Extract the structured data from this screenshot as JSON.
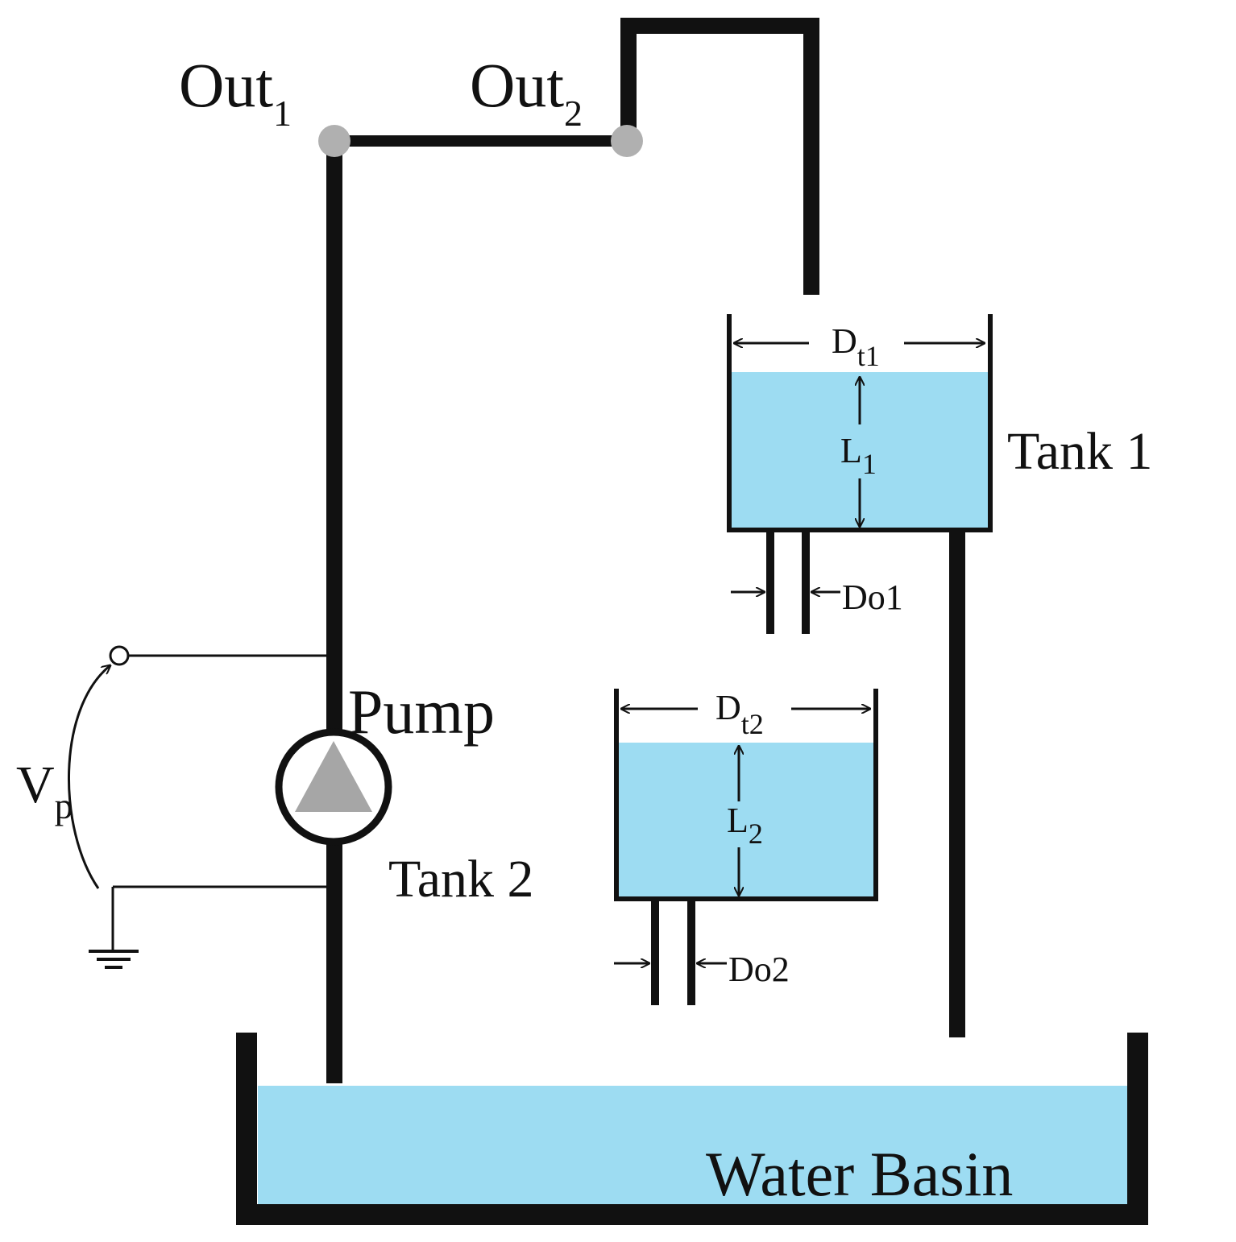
{
  "labels": {
    "out1_main": "Out",
    "out1_sub": "1",
    "out2_main": "Out",
    "out2_sub": "2",
    "tank1": "Tank 1",
    "tank2": "Tank 2",
    "pump": "Pump",
    "water_basin": "Water Basin",
    "vp_main": "V",
    "vp_sub": "p",
    "dt1_main": "D",
    "dt1_sub": "t1",
    "dt2_main": "D",
    "dt2_sub": "t2",
    "l1_main": "L",
    "l1_sub": "1",
    "l2_main": "L",
    "l2_sub": "2",
    "do1": "Do1",
    "do2": "Do2"
  },
  "colors": {
    "water": "#9ddcf2",
    "pipe": "#111111",
    "junction": "#b0b0b0",
    "pump_triangle": "#a6a6a6"
  }
}
